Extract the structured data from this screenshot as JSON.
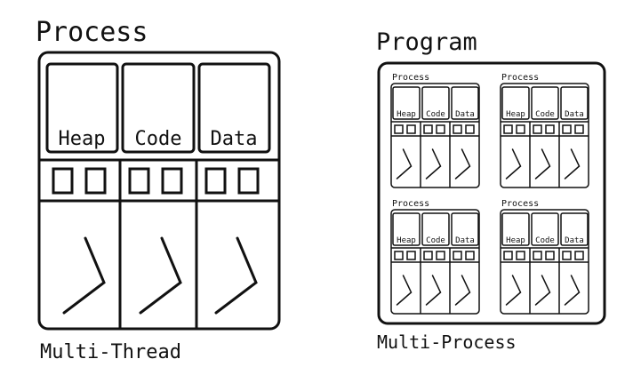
{
  "left_diagram": {
    "title": "Process",
    "segments": [
      "Heap",
      "Code",
      "Data"
    ],
    "caption": "Multi-Thread"
  },
  "right_diagram": {
    "title": "Program",
    "process_label": "Process",
    "segments": [
      "Heap",
      "Code",
      "Data"
    ],
    "caption": "Multi-Process"
  },
  "colors": {
    "stroke": "#111111",
    "background": "#ffffff"
  }
}
